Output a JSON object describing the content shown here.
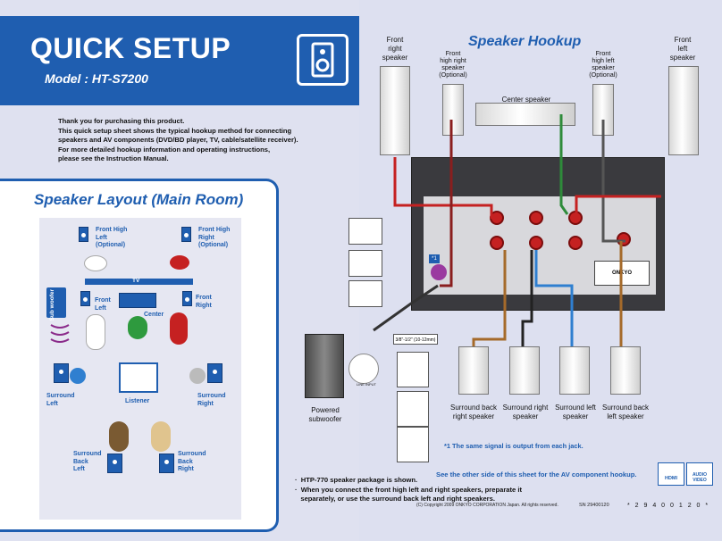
{
  "header": {
    "title": "QUICK SETUP",
    "model": "Model : HT-S7200"
  },
  "intro": [
    "Thank you for purchasing this product.",
    "This quick setup sheet shows the typical hookup method for connecting",
    "speakers and AV components (DVD/BD player, TV, cable/satellite receiver).",
    "For more detailed hookup information and operating instructions,",
    "please see the Instruction Manual."
  ],
  "layout": {
    "title": "Speaker Layout (Main Room)",
    "tv": "TV",
    "front_high_left": [
      "Front High",
      "Left",
      "(Optional)"
    ],
    "front_high_right": [
      "Front High",
      "Right",
      "(Optional)"
    ],
    "subwoofer": [
      "Sub",
      "woofer"
    ],
    "front_left": [
      "Front",
      "Left"
    ],
    "front_right": [
      "Front",
      "Right"
    ],
    "center": "Center",
    "surround_left": [
      "Surround",
      "Left"
    ],
    "surround_right": [
      "Surround",
      "Right"
    ],
    "listener": "Listener",
    "surround_back_left": [
      "Surround",
      "Back",
      "Left"
    ],
    "surround_back_right": [
      "Surround",
      "Back",
      "Right"
    ]
  },
  "hookup": {
    "title": "Speaker Hookup",
    "front_right": [
      "Front",
      "right",
      "speaker"
    ],
    "front_high_right": [
      "Front",
      "high right",
      "speaker",
      "(Optional)"
    ],
    "center": "Center speaker",
    "front_high_left": [
      "Front",
      "high left",
      "speaker",
      "(Optional)"
    ],
    "front_left": [
      "Front",
      "left",
      "speaker"
    ],
    "powered_sub": [
      "Powered",
      "subwoofer"
    ],
    "wire_size": "3/8\"-1/2\" (10-12mm)",
    "line_input": "LINE INPUT",
    "mark": "*1",
    "receiver_brand": "ONKYO",
    "rear": [
      [
        "Surround back",
        "right speaker"
      ],
      [
        "Surround right",
        "speaker"
      ],
      [
        "Surround left",
        "speaker"
      ],
      [
        "Surround back",
        "left speaker"
      ]
    ],
    "note_signal": "*1  The same signal is output from each jack.",
    "note_other_side": "See the other side of this sheet for the AV component hookup."
  },
  "bullets": [
    "HTP-770 speaker package is shown.",
    "When you connect the front high left and right speakers, preparate it",
    "separately, or use the surround back left and right speakers."
  ],
  "footer": {
    "copyright": "(C) Copyright 2009 ONKYO CORPORATION Japan. All rights reserved.",
    "sn": "SN 29400120",
    "barcode": "* 2 9 4 0 0 1 2 0 *",
    "logo_hdmi": "HDMI",
    "logo_audio_video": "AUDIO VIDEO"
  },
  "colors": {
    "brand_blue": "#1f5eb0",
    "wire_red": "#c52121",
    "wire_green": "#2e8b3a",
    "wire_blue": "#2f7fd0",
    "wire_brown": "#a56a2a"
  }
}
